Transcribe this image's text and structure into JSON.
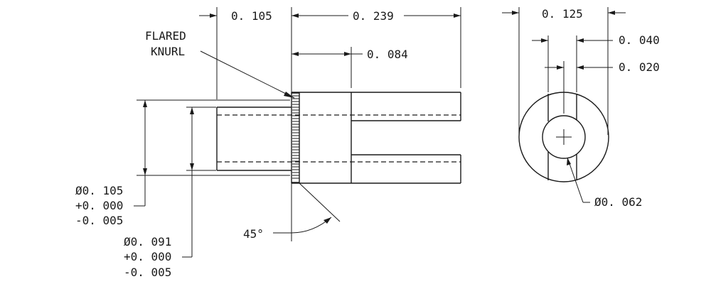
{
  "side_view": {
    "dim_shoulder": "0. 105",
    "dim_body": "0. 239",
    "dim_slot_depth": "0. 084",
    "note_knurl_line1": "FLARED",
    "note_knurl_line2": "KNURL",
    "dim_outer_dia": "Ø0. 105",
    "dim_outer_tol_plus": "+0. 000",
    "dim_outer_tol_minus": "-0. 005",
    "dim_inner_dia": "Ø0. 091",
    "dim_inner_tol_plus": "+0. 000",
    "dim_inner_tol_minus": "-0. 005",
    "dim_angle": "45°"
  },
  "end_view": {
    "dim_outer_width": "0. 125",
    "dim_slot_width": "0. 040",
    "dim_offset": "0. 020",
    "dim_hole_dia": "Ø0. 062"
  },
  "colors": {
    "line": "#1a1a1a",
    "background": "#ffffff"
  }
}
